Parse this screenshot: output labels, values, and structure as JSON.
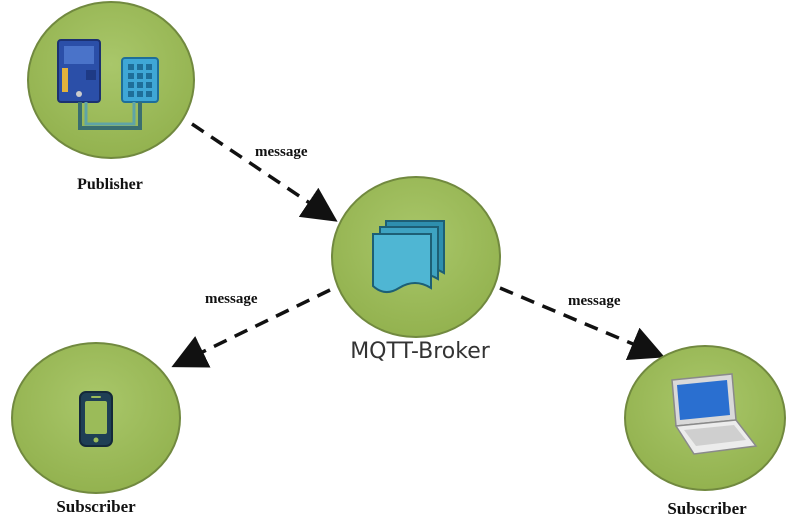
{
  "nodes": {
    "publisher": {
      "label": "Publisher",
      "icon": "microcontroller-sensor-icon"
    },
    "broker": {
      "label": "MQTT-Broker",
      "icon": "message-stack-icon"
    },
    "subscriber_left": {
      "label": "Subscriber",
      "icon": "smartphone-icon"
    },
    "subscriber_right": {
      "label": "Subscriber",
      "icon": "laptop-icon"
    }
  },
  "edges": [
    {
      "from": "Publisher",
      "to": "MQTT-Broker",
      "label": "message"
    },
    {
      "from": "MQTT-Broker",
      "to": "Subscriber",
      "label": "message"
    },
    {
      "from": "MQTT-Broker",
      "to": "Subscriber",
      "label": "message"
    }
  ],
  "colors": {
    "node_fill": "#9bbb59",
    "node_stroke": "#71893f",
    "arrow": "#111111"
  }
}
